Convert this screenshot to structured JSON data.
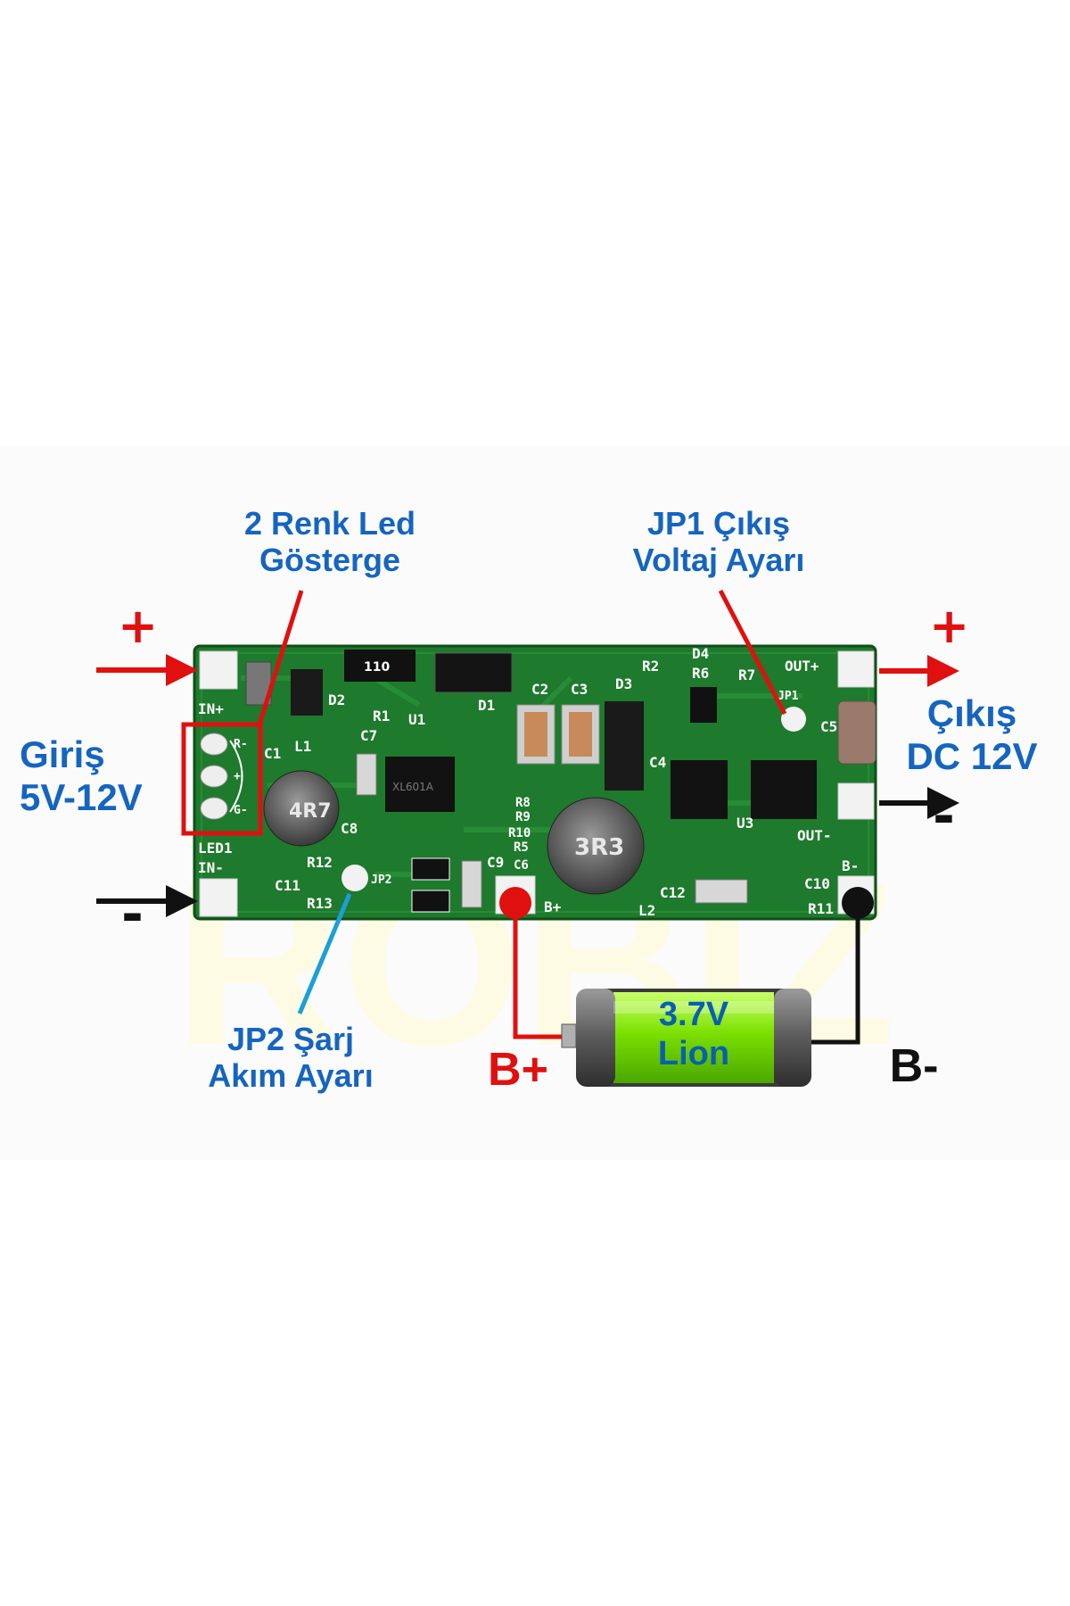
{
  "labels": {
    "led": "2 Renk Led\nGösterge",
    "jp1": "JP1 Çıkış\nVoltaj Ayarı",
    "input": "Giriş\n5V-12V",
    "output": "Çıkış\nDC 12V",
    "jp2": "JP2 Şarj\nAkım Ayarı",
    "b_plus": "B+",
    "b_minus": "B-",
    "battery": "3.7V\nLion",
    "plus_sign": "+",
    "minus_sign": "-"
  },
  "watermark": "ROBIZ",
  "board": {
    "silkscreen": {
      "in_plus": "IN+",
      "in_minus": "IN-",
      "out_plus": "OUT+",
      "out_minus": "OUT-",
      "b_plus": "B+",
      "b_minus": "B-",
      "led1": "LED1",
      "r_minus": "R-",
      "plus": "+",
      "g_minus": "G-",
      "d1": "D1",
      "d2": "D2",
      "d3": "D3",
      "d4": "D4",
      "r1": "R1",
      "r2": "R2",
      "r5": "R5",
      "r6": "R6",
      "r7": "R7",
      "r8": "R8",
      "r9": "R9",
      "r10": "R10",
      "r11": "R11",
      "r12": "R12",
      "r13": "R13",
      "c1": "C1",
      "c2": "C2",
      "c3": "C3",
      "c4": "C4",
      "c5": "C5",
      "c6": "C6",
      "c7": "C7",
      "c8": "C8",
      "c9": "C9",
      "c10": "C10",
      "c11": "C11",
      "c12": "C12",
      "l1": "L1",
      "l2": "L2",
      "u1": "U1",
      "u3": "U3",
      "jp1": "JP1",
      "jp2": "JP2"
    },
    "component_marks": {
      "inductor1": "4R7",
      "inductor2": "3R3",
      "resistor": "110",
      "chip1": "XL601A"
    }
  },
  "colors": {
    "pcb": "#1e7a2c",
    "pcb_dark": "#15601f",
    "label_blue": "#1565c0",
    "red": "#e01010",
    "battery_green": "#7be000",
    "lead_cyan": "#1aa0d8"
  }
}
